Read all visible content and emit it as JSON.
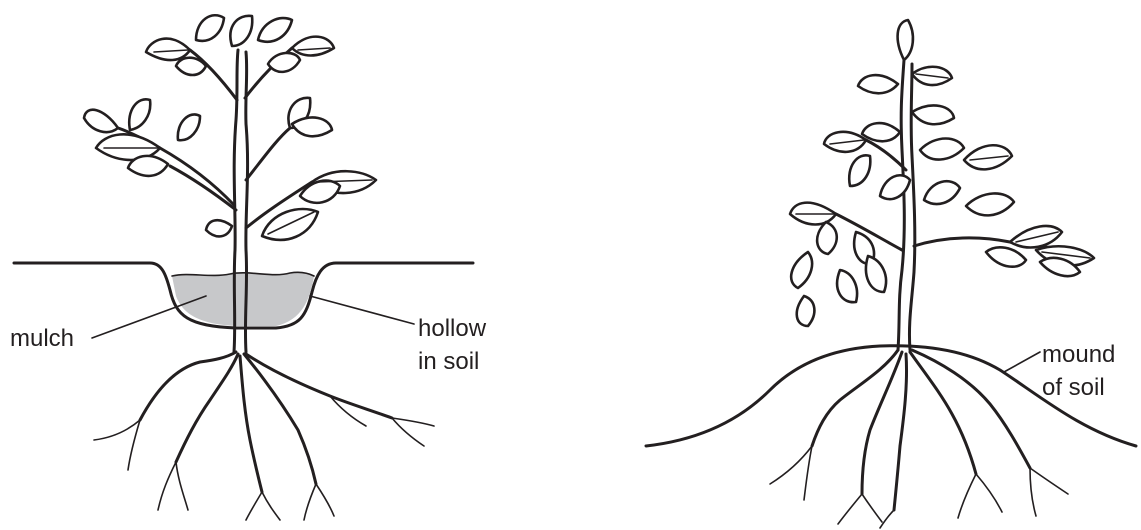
{
  "left_plant": {
    "labels": {
      "mulch": "mulch",
      "hollow_line1": "hollow",
      "hollow_line2": "in soil"
    },
    "colors": {
      "mulch_fill": "#c7c8ca"
    }
  },
  "right_plant": {
    "labels": {
      "mound_line1": "mound",
      "mound_line2": "of soil"
    }
  },
  "colors": {
    "ink": "#231f20",
    "background": "#ffffff"
  }
}
